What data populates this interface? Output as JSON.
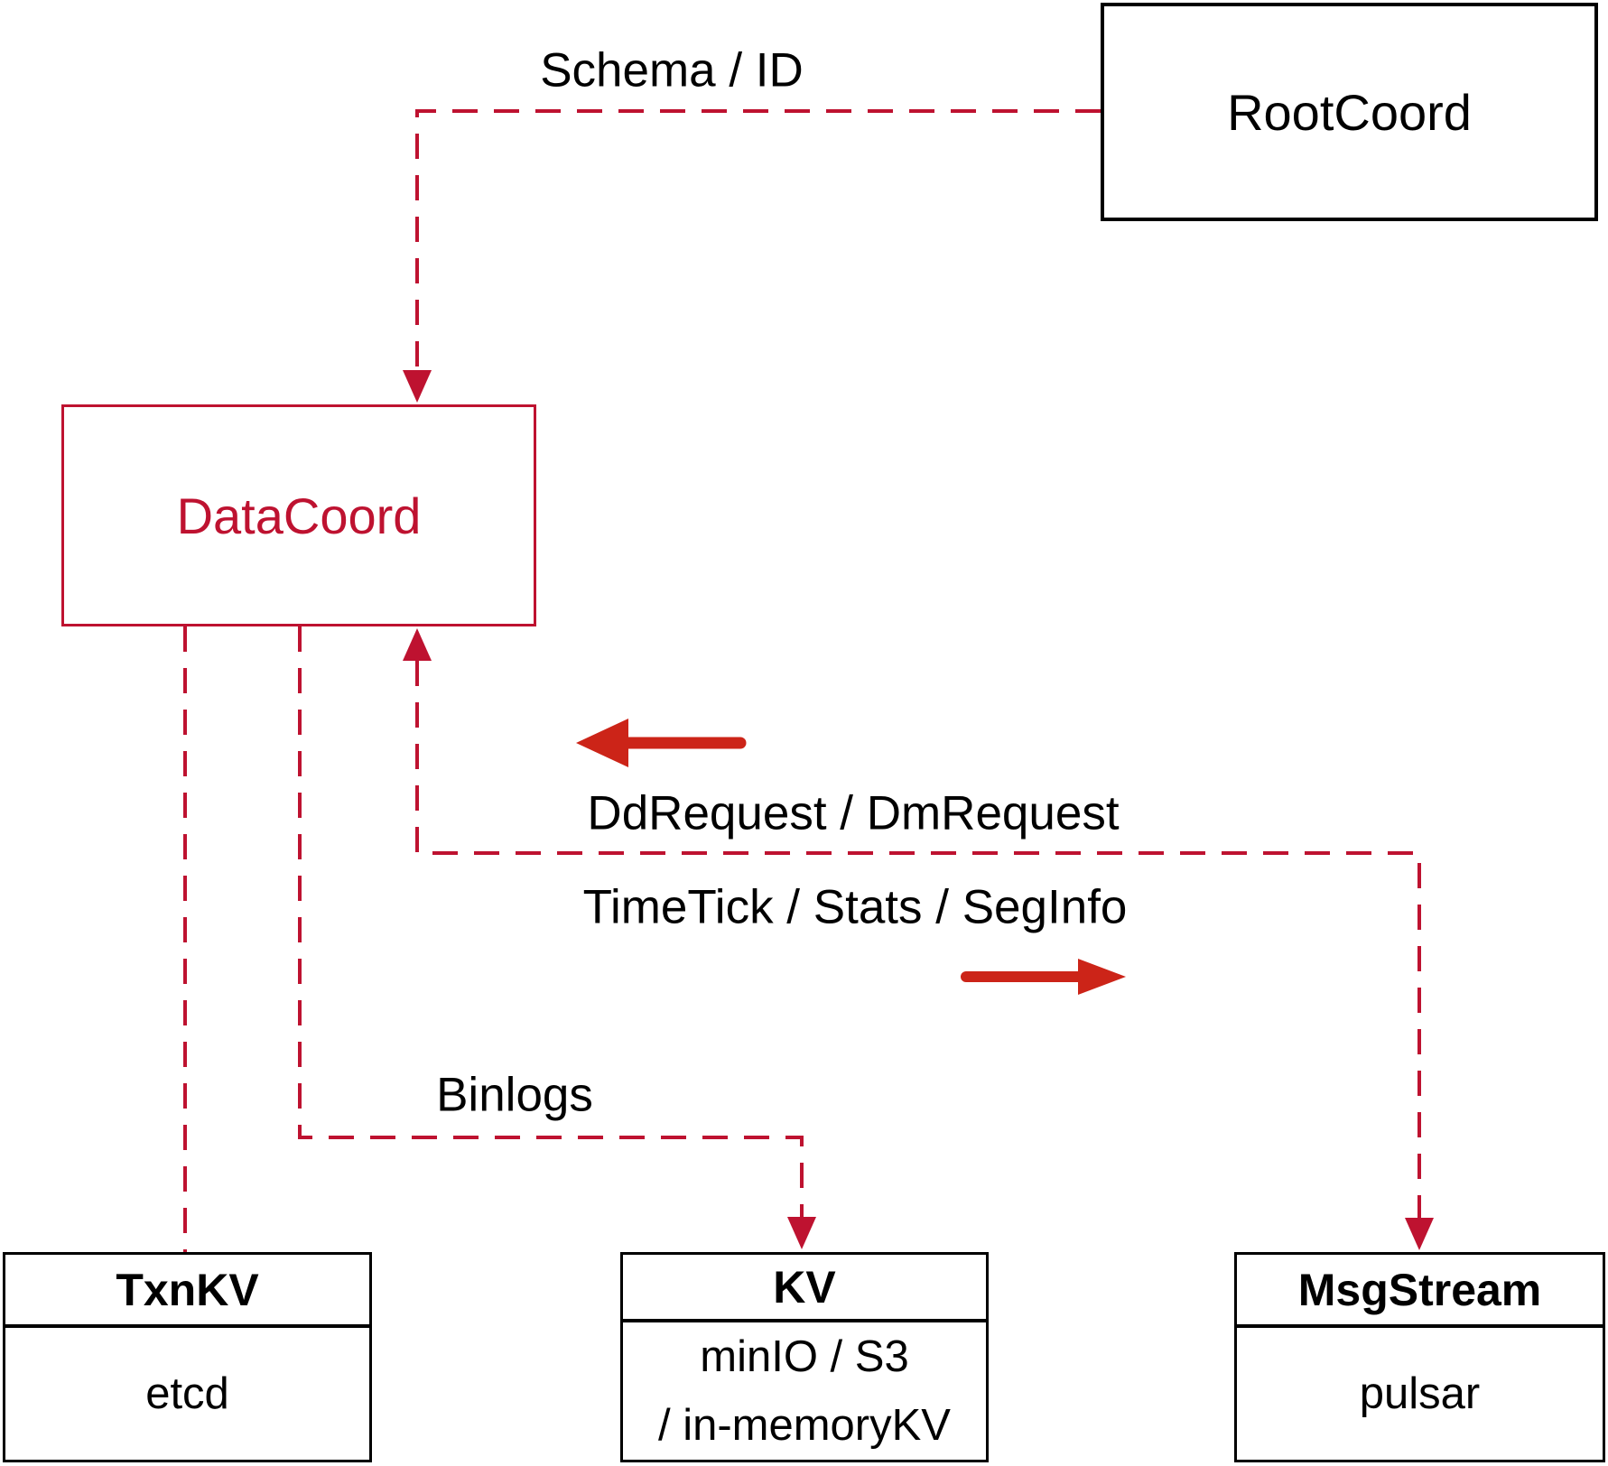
{
  "colors": {
    "crimson": "#be1230",
    "arrow-red": "#cc2418",
    "ink": "#000000",
    "paper": "#ffffff"
  },
  "nodes": {
    "rootcoord": {
      "label": "RootCoord"
    },
    "datacoord": {
      "label": "DataCoord"
    },
    "txnkv": {
      "title": "TxnKV",
      "body": "etcd"
    },
    "kv": {
      "title": "KV",
      "body_line1": "minIO / S3",
      "body_line2": "/ in-memoryKV"
    },
    "msgstream": {
      "title": "MsgStream",
      "body": "pulsar"
    }
  },
  "edges": {
    "schema_id_label": "Schema / ID",
    "dd_request_label": "DdRequest / DmRequest",
    "timetick_label": "TimeTick / Stats / SegInfo",
    "binlogs_label": "Binlogs"
  }
}
